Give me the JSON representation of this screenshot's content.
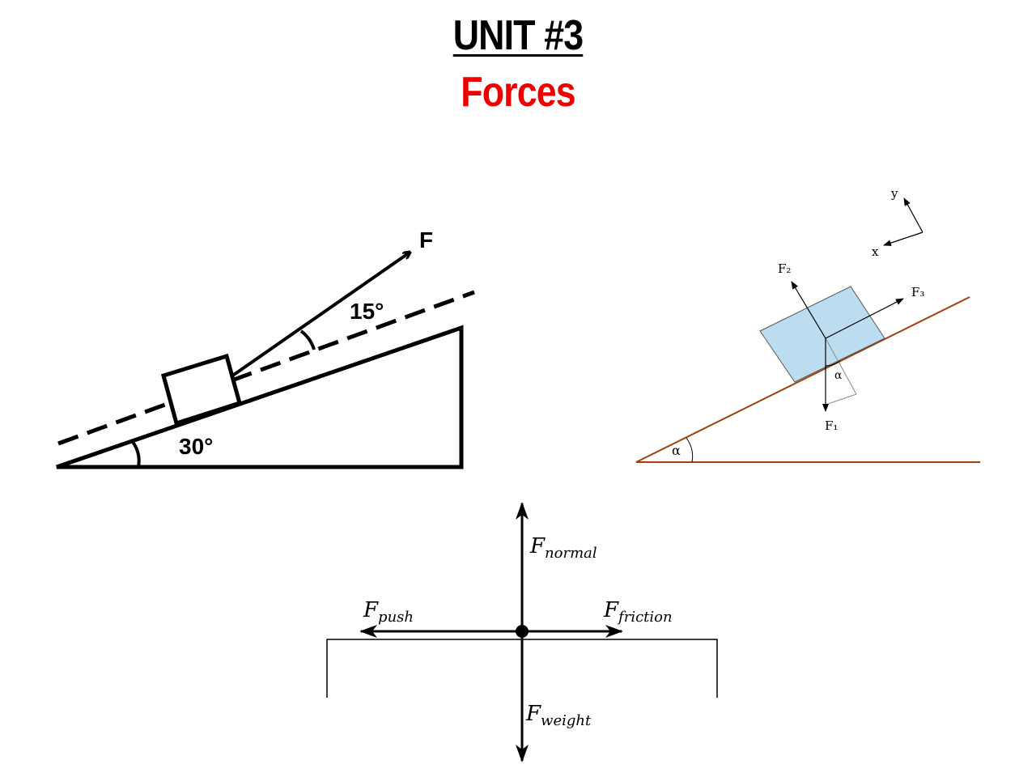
{
  "header": {
    "title": "UNIT #3",
    "subtitle": "Forces",
    "subtitle_color": "#ee0000"
  },
  "incline_left": {
    "force_label": "F",
    "applied_angle_label": "15°",
    "incline_angle_label": "30°"
  },
  "incline_right": {
    "axis_y_label": "y",
    "axis_x_label": "x",
    "force_2_label": "F₂",
    "force_3_label": "F₃",
    "force_1_label": "F₁",
    "alpha_label": "α",
    "block_color": "#bcdcef",
    "incline_color": "#a0400d"
  },
  "free_body": {
    "normal_label_main": "F",
    "normal_label_sub": "normal",
    "push_label_main": "F",
    "push_label_sub": "push",
    "friction_label_main": "F",
    "friction_label_sub": "friction",
    "weight_label_main": "F",
    "weight_label_sub": "weight"
  }
}
